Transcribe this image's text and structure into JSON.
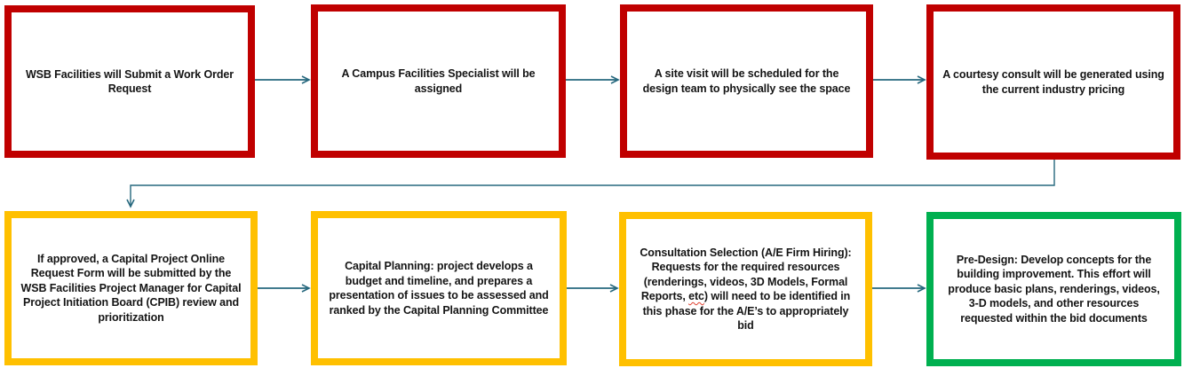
{
  "colors": {
    "stage_intake": "#C00000",
    "stage_planning": "#FFC000",
    "stage_design": "#00B050",
    "connector": "#26687E",
    "text": "#141414",
    "spellcheck_underline": "#E0402F"
  },
  "flow": {
    "steps": [
      {
        "id": 1,
        "border_color": "#C00000",
        "text": "WSB Facilities will Submit a Work Order Request"
      },
      {
        "id": 2,
        "border_color": "#C00000",
        "text": "A Campus Facilities Specialist will be assigned"
      },
      {
        "id": 3,
        "border_color": "#C00000",
        "text": "A site visit will be scheduled for the design team to physically see the space"
      },
      {
        "id": 4,
        "border_color": "#C00000",
        "text": "A courtesy consult will be generated using the current industry pricing"
      },
      {
        "id": 5,
        "border_color": "#FFC000",
        "text": "If approved, a Capital Project Online Request Form will be submitted by the WSB Facilities Project Manager for Capital Project Initiation Board (CPIB) review and  prioritization"
      },
      {
        "id": 6,
        "border_color": "#FFC000",
        "text": "Capital Planning: project develops a budget and timeline, and prepares a presentation of issues to be assessed and ranked by the Capital Planning Committee"
      },
      {
        "id": 7,
        "border_color": "#FFC000",
        "text_parts": {
          "before": "Consultation Selection (A/E Firm Hiring): Requests for the required resources (renderings, videos, 3D Models, Formal Reports, ",
          "flagged": "etc",
          "after": ") will need to be identified in this phase for the A/E’s to appropriately bid"
        }
      },
      {
        "id": 8,
        "border_color": "#00B050",
        "text": "Pre-Design: Develop concepts for the building improvement. This effort will produce basic plans, renderings, videos, 3-D models, and other resources requested within the bid documents"
      }
    ]
  }
}
